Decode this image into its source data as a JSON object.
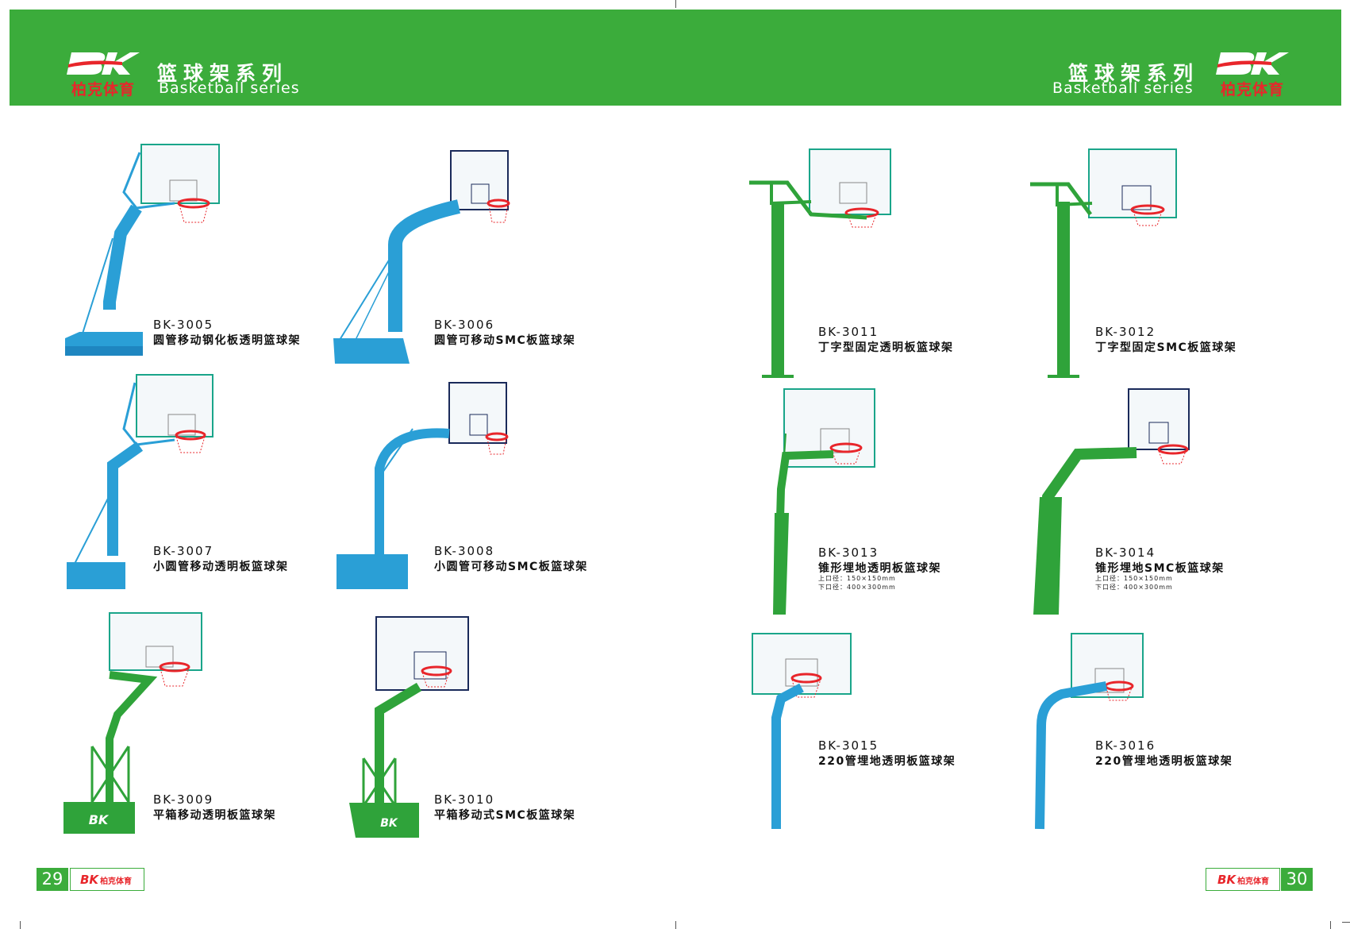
{
  "colors": {
    "brand_green": "#3bac3b",
    "brand_red": "#e8262b",
    "post_blue": "#2a9fd6",
    "post_green": "#2fa33a",
    "backboard_rim": "#1aa58a"
  },
  "header": {
    "left": {
      "logo_mark": "BK",
      "logo_cn": "柏克体育",
      "title_cn": "篮球架系列",
      "title_en": "Basketball series"
    },
    "right": {
      "logo_mark": "BK",
      "logo_cn": "柏克体育",
      "title_cn": "篮球架系列",
      "title_en": "Basketball series"
    }
  },
  "products": [
    {
      "model": "BK-3005",
      "name": "圆管移动钢化板透明篮球架",
      "color": "blue",
      "icon": "portable-basketball-stand-icon"
    },
    {
      "model": "BK-3006",
      "name": "圆管可移动SMC板篮球架",
      "color": "blue",
      "icon": "portable-basketball-stand-icon"
    },
    {
      "model": "BK-3007",
      "name": "小圆管移动透明板篮球架",
      "color": "blue",
      "icon": "portable-basketball-stand-icon"
    },
    {
      "model": "BK-3008",
      "name": "小圆管可移动SMC板篮球架",
      "color": "blue",
      "icon": "portable-basketball-stand-icon"
    },
    {
      "model": "BK-3009",
      "name": "平箱移动透明板篮球架",
      "color": "green",
      "icon": "box-base-basketball-stand-icon"
    },
    {
      "model": "BK-3010",
      "name": "平箱移动式SMC板篮球架",
      "color": "green",
      "icon": "box-base-basketball-stand-icon"
    },
    {
      "model": "BK-3011",
      "name": "丁字型固定透明板篮球架",
      "color": "green",
      "icon": "t-shaped-basketball-stand-icon"
    },
    {
      "model": "BK-3012",
      "name": "丁字型固定SMC板篮球架",
      "color": "green",
      "icon": "t-shaped-basketball-stand-icon"
    },
    {
      "model": "BK-3013",
      "name": "锥形埋地透明板篮球架",
      "color": "green",
      "icon": "tapered-basketball-stand-icon",
      "spec1": "上口径：150×150mm",
      "spec2": "下口径：400×300mm"
    },
    {
      "model": "BK-3014",
      "name": "锥形埋地SMC板篮球架",
      "color": "green",
      "icon": "tapered-basketball-stand-icon",
      "spec1": "上口径：150×150mm",
      "spec2": "下口径：400×300mm"
    },
    {
      "model": "BK-3015",
      "name": "220管埋地透明板篮球架",
      "color": "blue",
      "icon": "inground-basketball-stand-icon"
    },
    {
      "model": "BK-3016",
      "name": "220管埋地透明板篮球架",
      "color": "blue",
      "icon": "inground-basketball-stand-icon"
    }
  ],
  "footer": {
    "left": {
      "page": "29",
      "logo_mark": "BK",
      "logo_cn": "柏克体育"
    },
    "right": {
      "page": "30",
      "logo_mark": "BK",
      "logo_cn": "柏克体育"
    }
  }
}
